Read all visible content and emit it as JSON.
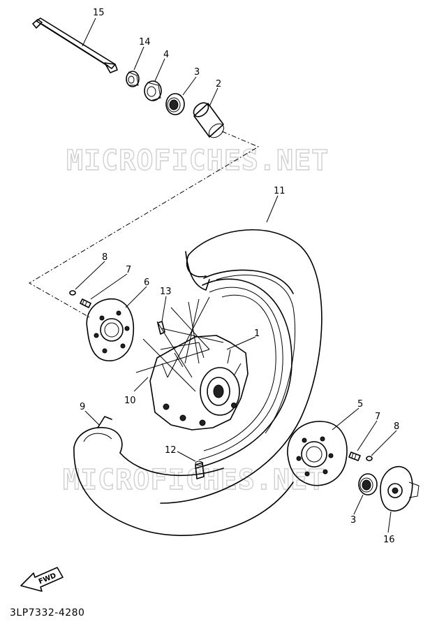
{
  "watermark": {
    "text": "MICROFICHES.NET"
  },
  "diagram": {
    "drawing_code": "3LP7332-4280",
    "fwd_label": "FWD",
    "callouts": {
      "c15": "15",
      "c14": "14",
      "c4": "4",
      "c3_top": "3",
      "c2": "2",
      "c11": "11",
      "c8_left": "8",
      "c7_left": "7",
      "c6": "6",
      "c13": "13",
      "c1": "1",
      "c10": "10",
      "c9": "9",
      "c12": "12",
      "c5": "5",
      "c7_right": "7",
      "c8_right": "8",
      "c3_bottom": "3",
      "c16": "16"
    }
  }
}
